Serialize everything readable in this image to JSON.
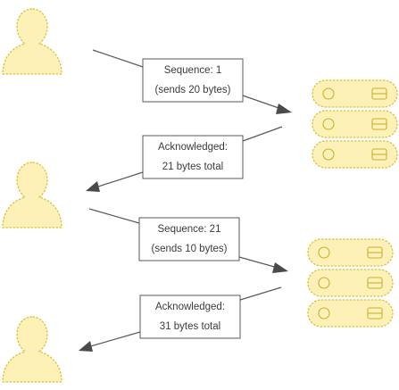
{
  "messages": [
    {
      "line1": "Sequence:  1",
      "line2": "(sends 20 bytes)"
    },
    {
      "line1": "Acknowledged:",
      "line2": "21 bytes total"
    },
    {
      "line1": "Sequence:  21",
      "line2": "(sends 10 bytes)"
    },
    {
      "line1": "Acknowledged:",
      "line2": "31 bytes total"
    }
  ],
  "colors": {
    "figure_fill": "#fdf1b8",
    "figure_stroke": "#d9c23a",
    "line": "#5a5a5a"
  },
  "icons": [
    "person-icon",
    "server-stack-icon"
  ]
}
